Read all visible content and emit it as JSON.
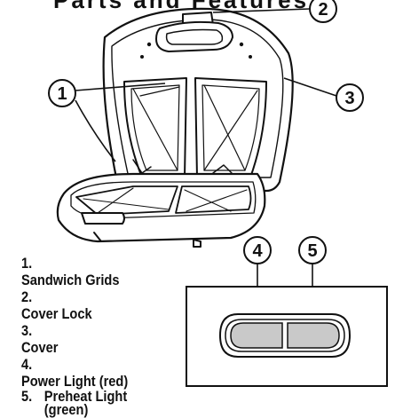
{
  "heading_fragment": "Parts and Features",
  "callouts": [
    "2",
    "1",
    "3",
    "4",
    "5"
  ],
  "legend": [
    {
      "num": "1.",
      "label": "Sandwich Grids"
    },
    {
      "num": "2.",
      "label": "Cover Lock"
    },
    {
      "num": "3.",
      "label": "Cover"
    },
    {
      "num": "4.",
      "label": "Power Light (red)"
    },
    {
      "num": "5.",
      "label": "Preheat Light (green)"
    }
  ]
}
